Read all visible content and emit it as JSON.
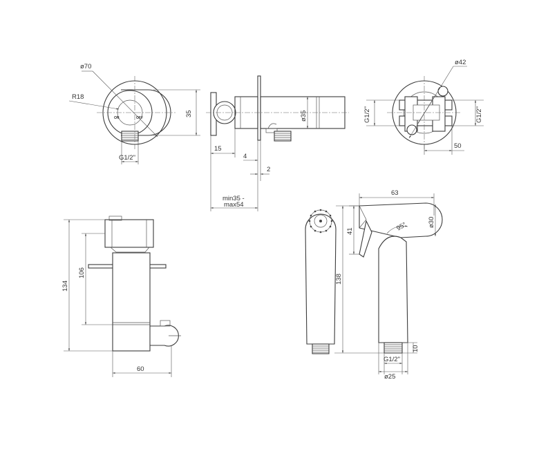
{
  "views": {
    "front_wall_outlet": {
      "dia_outer": "ø70",
      "radius": "R18",
      "height": "35",
      "thread": "G1/2\"",
      "label_on": "ON",
      "label_off": "OFF"
    },
    "side_wall_outlet": {
      "dia": "ø35",
      "dim_15": "15",
      "dim_4": "4",
      "dim_2": "2",
      "range_line1": "min35 -",
      "range_line2": "max54"
    },
    "rear_wall_outlet": {
      "dia": "ø42",
      "thread_left": "G1/2\"",
      "thread_right": "G1/2\"",
      "dim_50": "50"
    },
    "holder_side": {
      "dim_134": "134",
      "dim_106": "106",
      "dim_60": "60"
    },
    "spray_handle": {
      "dim_63": "63",
      "dim_41": "41",
      "dia_head": "ø30",
      "angle": "95°",
      "dim_138": "138",
      "dim_10": "10",
      "thread": "G1/2\"",
      "dia_base": "ø25"
    }
  }
}
